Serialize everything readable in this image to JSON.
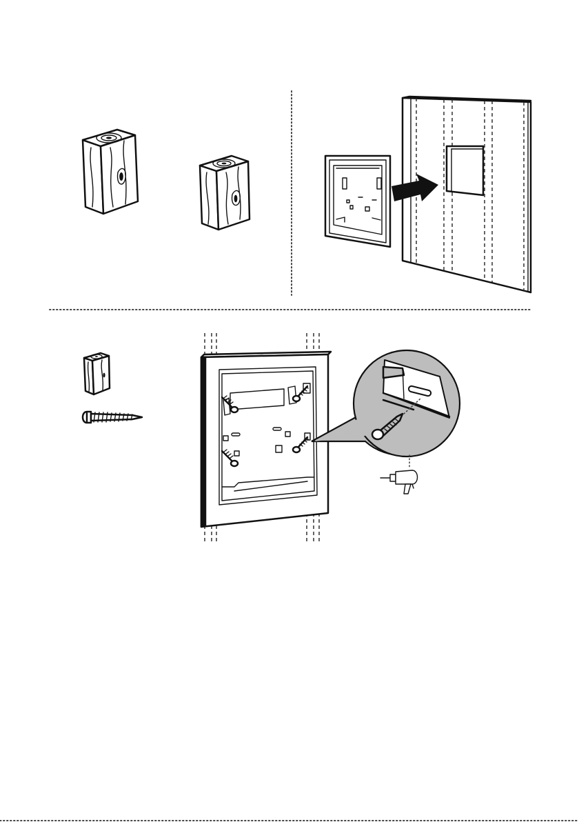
{
  "figure": {
    "panels": [
      {
        "id": "wood-blocks",
        "icons": [
          "wood-block-icon",
          "wood-block-icon"
        ]
      },
      {
        "id": "insert-box-into-wall",
        "icons": [
          "wall-box-icon",
          "arrow-icon",
          "wall-studs-icon"
        ]
      },
      {
        "id": "screw-box-to-studs",
        "icons": [
          "wood-block-icon",
          "screw-icon",
          "wall-box-icon",
          "magnifier-callout-icon",
          "drill-icon"
        ]
      }
    ],
    "colors": {
      "ink": "#111111",
      "callout": "#bdbdbd",
      "background": "#ffffff"
    }
  }
}
